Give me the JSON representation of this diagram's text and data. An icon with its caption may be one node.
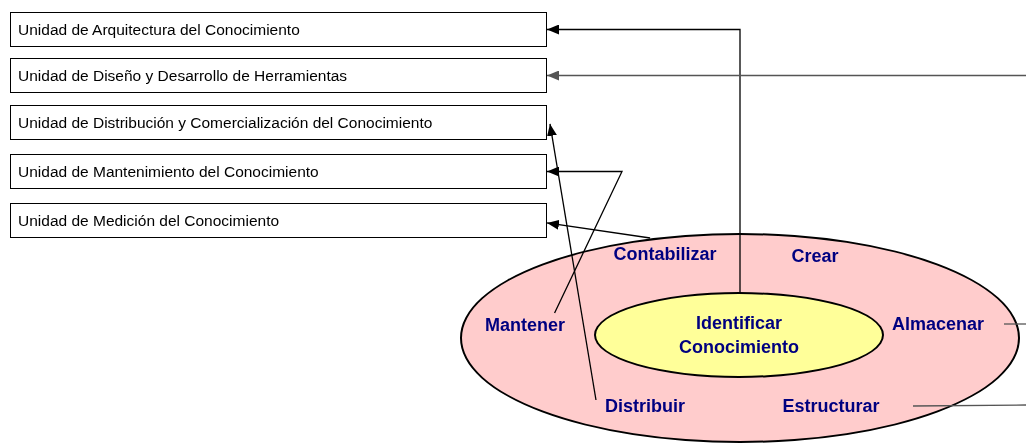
{
  "diagram": {
    "nodes": [
      {
        "text": [
          "Unidad de Arquitectura del Conocimiento"
        ]
      },
      {
        "text": [
          "Unidad de Diseño y Desarrollo de Herramientas"
        ]
      },
      {
        "text": [
          "Unidad de Distribución y Comercialización del Conocimiento"
        ]
      },
      {
        "text": [
          "Unidad de Mantenimiento del Conocimiento"
        ]
      },
      {
        "text": [
          "Unidad de Medición del Conocimiento"
        ]
      },
      {
        "text": [],
        "shape": "ellipse"
      },
      {
        "text": [
          "Contabilizar"
        ],
        "in": 5
      },
      {
        "text": [
          "Crear"
        ],
        "in": 5
      },
      {
        "text": [
          "Mantener"
        ],
        "in": 5
      },
      {
        "text": [
          "Identificar Conocimiento"
        ],
        "in": 5
      },
      {
        "text": [
          "Almacenar"
        ],
        "in": 5
      },
      {
        "text": [
          "Distribuir"
        ],
        "in": 5
      },
      {
        "text": [
          "Estructurar"
        ],
        "in": 5
      }
    ],
    "edges": [
      {
        "from": 9,
        "to": 0,
        "arrow": "to"
      },
      {
        "from": null,
        "to": 1,
        "arrow": "to",
        "color": "#555555"
      },
      {
        "from": 10,
        "to": null,
        "arrow": "none",
        "color": "#555555"
      },
      {
        "from": 12,
        "to": null,
        "arrow": "none",
        "color": "#555555"
      },
      {
        "from": 11,
        "to": 2,
        "arrow": "to"
      },
      {
        "from": 8,
        "to": 3,
        "arrow": "to"
      },
      {
        "from": 6,
        "to": 4,
        "arrow": "to"
      }
    ]
  }
}
